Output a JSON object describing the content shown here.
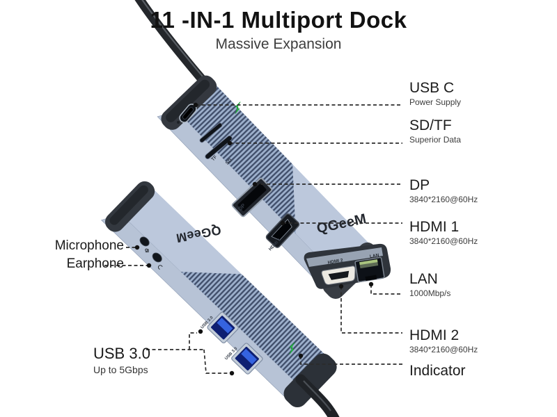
{
  "title": "11 -IN-1 Multiport Dock",
  "subtitle": "Massive Expansion",
  "brand": "QGeeM",
  "callouts_right": [
    {
      "label": "USB C",
      "sublabel": "Power Supply"
    },
    {
      "label": "SD/TF",
      "sublabel": "Superior Data"
    },
    {
      "label": "DP",
      "sublabel": "3840*2160@60Hz"
    },
    {
      "label": "HDMI 1",
      "sublabel": "3840*2160@60Hz"
    },
    {
      "label": "LAN",
      "sublabel": "1000Mbp/s"
    },
    {
      "label": "HDMI 2",
      "sublabel": "3840*2160@60Hz"
    },
    {
      "label": "Indicator",
      "sublabel": ""
    }
  ],
  "callouts_left": [
    {
      "label": "Microphone",
      "sublabel": ""
    },
    {
      "label": "Earphone",
      "sublabel": ""
    },
    {
      "label": "USB 3.0",
      "sublabel": "Up to 5Gbps"
    }
  ],
  "engravings": {
    "tf": "TF",
    "sd": "SD",
    "dp": "DP",
    "hdmi_1": "HDMI 1",
    "hdmi_2": "HDMI 2",
    "lan": "LAN",
    "usb_port_1": "USB 3.0",
    "usb_port_2": "USB 3.0",
    "logo_top": "QGeeM",
    "logo_bottom": "QGeeM"
  },
  "colors": {
    "background": "#ffffff",
    "dock_base": "#bcc8dc",
    "dock_hatch_stripe": "#42506c",
    "dock_side_face": "#b7c3d6",
    "end_cap": "#31363d",
    "usb_port_blue": "#3563e0",
    "led_green": "#2ecb4d",
    "lan_pins_green": "#a9c47f",
    "cable": "#24272b",
    "leader_line": "#2b2b2b",
    "text_primary": "#1a1a1a",
    "text_secondary": "#3d3d3d"
  }
}
